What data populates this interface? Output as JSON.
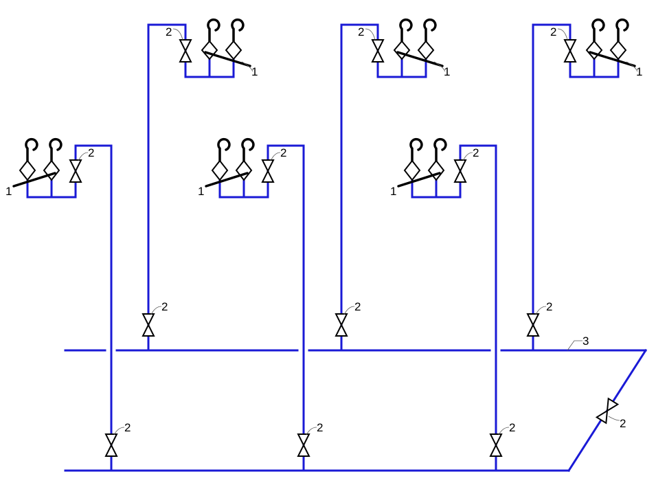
{
  "labels": {
    "sensor": "1",
    "valve": "2",
    "header": "3"
  },
  "colors": {
    "pipe": "#1a1ad6",
    "symbols": "#000000",
    "background": "#ffffff"
  }
}
